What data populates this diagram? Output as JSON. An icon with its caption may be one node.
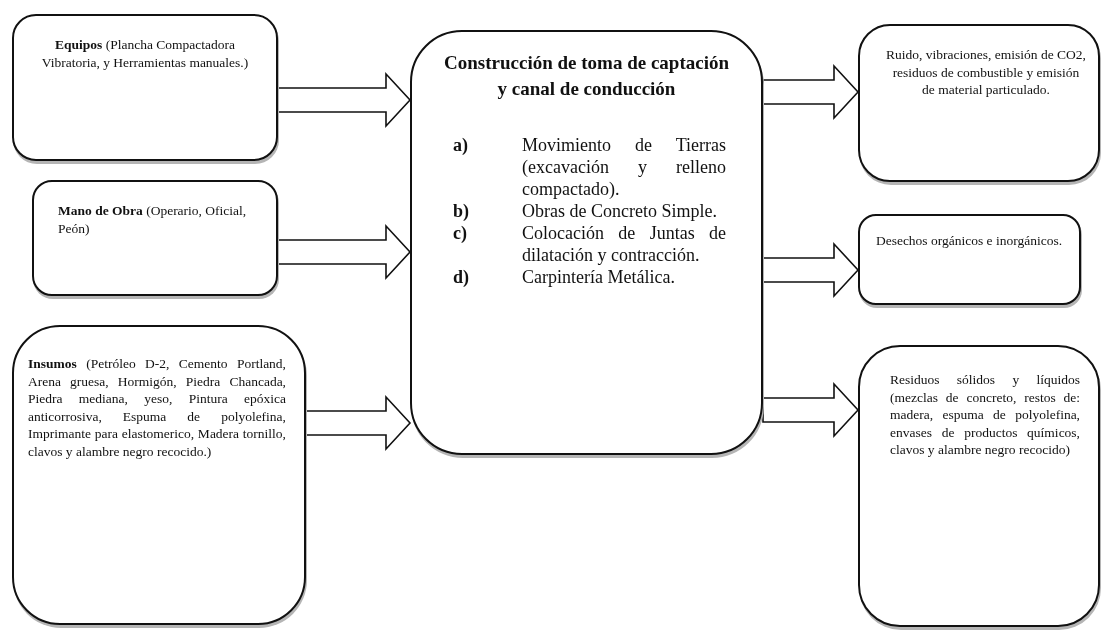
{
  "diagram": {
    "nodes": [
      {
        "text": [
          "**Equipos** (Plancha Compactadora Vibratoria, y Herramientas manuales.)"
        ]
      },
      {
        "text": [
          "**Mano de Obra** (Operario, Oficial, Peón)"
        ]
      },
      {
        "text": [
          "**Insumos** (Petróleo D-2, Cemento Portland, Arena gruesa, Hormigón, Piedra Chancada, Piedra mediana, yeso, Pintura epóxica anticorrosiva, Espuma de polyolefina, Imprimante para elastomerico, Madera tornillo, clavos y alambre negro recocido.)"
        ]
      },
      {
        "text": [
          "Construcción de toma de captación y canal de conducción",
          "a)",
          "Movimiento de Tierras (excavación y relleno compactado).",
          "b)",
          "Obras de Concreto Simple.",
          "c)",
          "Colocación de Juntas de dilatación y contracción.",
          "d)",
          "Carpintería Metálica."
        ]
      },
      {
        "text": [
          "Ruido, vibraciones, emisión de CO2, residuos de combustible y emisión de material particulado."
        ]
      },
      {
        "text": [
          "Desechos orgánicos e inorgánicos."
        ]
      },
      {
        "text": [
          "Residuos sólidos y líquidos (mezclas de concreto, restos de: madera, espuma de polyolefina, envases de productos químicos, clavos y alambre negro recocido)"
        ]
      }
    ],
    "edges": [
      {
        "from": 0,
        "to": 3,
        "arrow": "to"
      },
      {
        "from": 1,
        "to": 3,
        "arrow": "to"
      },
      {
        "from": 2,
        "to": 3,
        "arrow": "to"
      },
      {
        "from": 3,
        "to": 4,
        "arrow": "to"
      },
      {
        "from": 3,
        "to": 5,
        "arrow": "to"
      },
      {
        "from": 3,
        "to": 6,
        "arrow": "to"
      }
    ]
  }
}
